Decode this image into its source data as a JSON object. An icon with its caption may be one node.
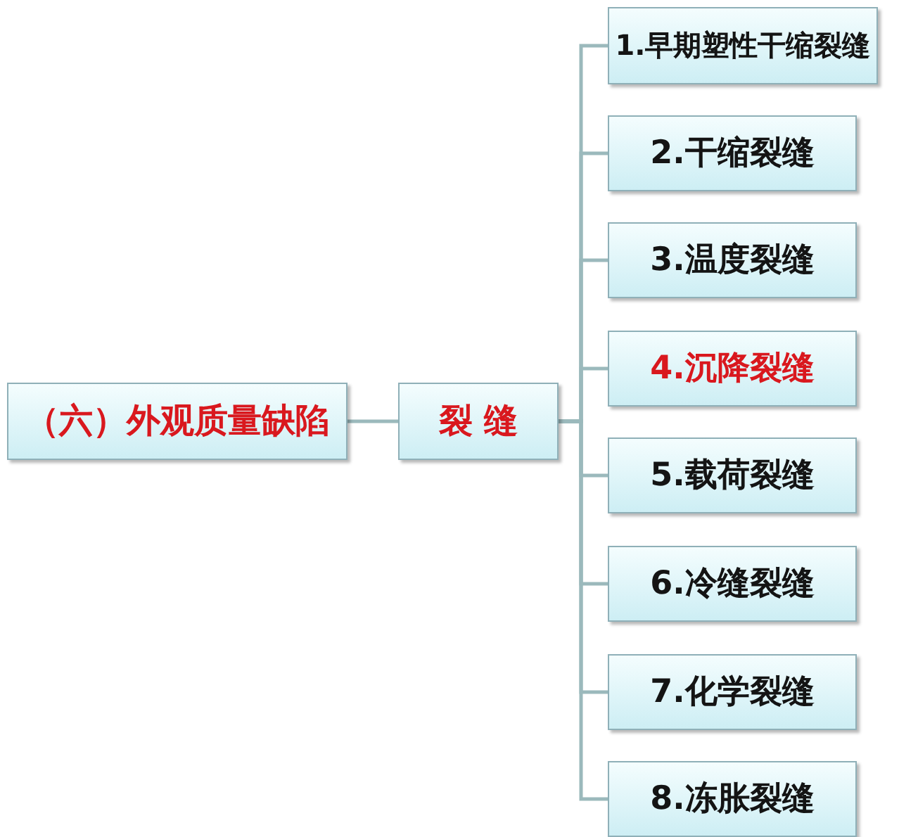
{
  "diagram": {
    "nodes": [
      {
        "text": [
          "（六）外观质量缺陷"
        ]
      },
      {
        "text": [
          "裂 缝"
        ]
      },
      {
        "text": [
          "1.早期塑性干缩裂缝"
        ]
      },
      {
        "text": [
          "2.干缩裂缝"
        ]
      },
      {
        "text": [
          "3.温度裂缝"
        ]
      },
      {
        "text": [
          "4.沉降裂缝"
        ]
      },
      {
        "text": [
          "5.载荷裂缝"
        ]
      },
      {
        "text": [
          "6.冷缝裂缝"
        ]
      },
      {
        "text": [
          "7.化学裂缝"
        ]
      },
      {
        "text": [
          "8.冻胀裂缝"
        ]
      }
    ],
    "edges": [
      {
        "from": 0,
        "to": 1,
        "arrow": "none"
      },
      {
        "from": 1,
        "to": 2,
        "arrow": "none"
      },
      {
        "from": 1,
        "to": 3,
        "arrow": "none"
      },
      {
        "from": 1,
        "to": 4,
        "arrow": "none"
      },
      {
        "from": 1,
        "to": 5,
        "arrow": "none"
      },
      {
        "from": 1,
        "to": 6,
        "arrow": "none"
      },
      {
        "from": 1,
        "to": 7,
        "arrow": "none"
      },
      {
        "from": 1,
        "to": 8,
        "arrow": "none"
      },
      {
        "from": 1,
        "to": 9,
        "arrow": "none"
      }
    ]
  }
}
